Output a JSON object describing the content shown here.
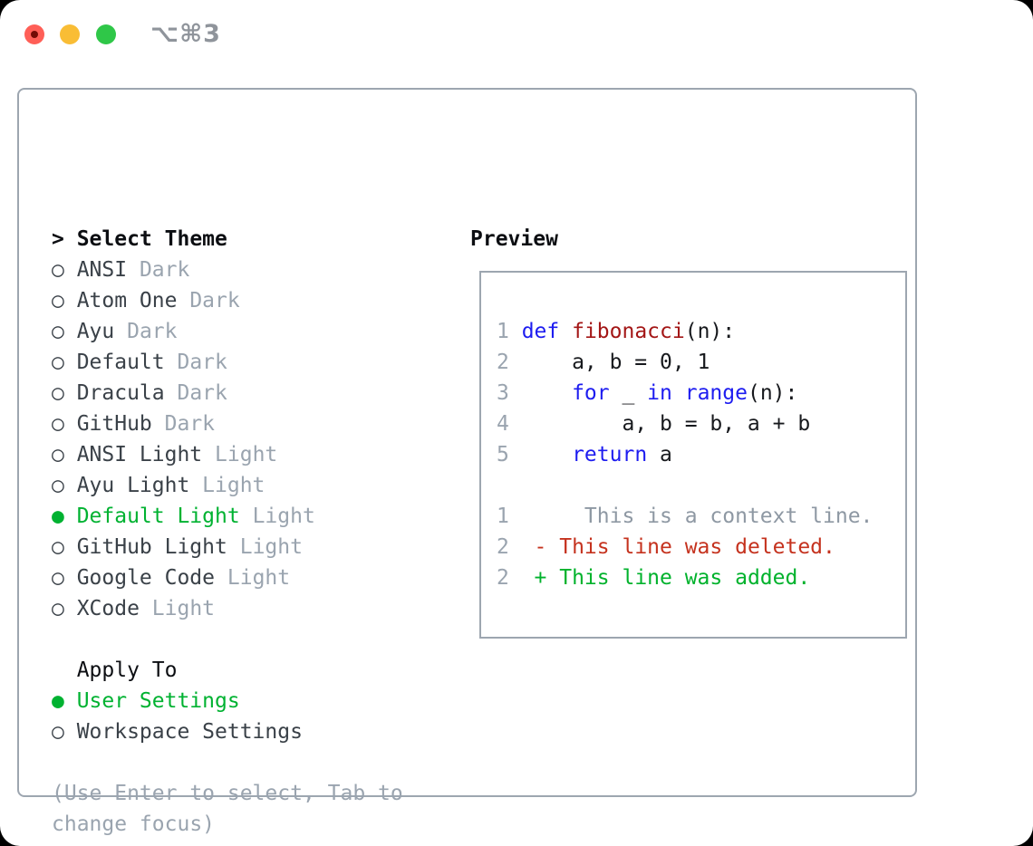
{
  "titlebar": {
    "shortcut": "⌥⌘3",
    "traffic_lights": [
      "close",
      "minimize",
      "zoom"
    ]
  },
  "icons": {
    "radio_off": "○",
    "radio_on": "●",
    "cursor": ">"
  },
  "theme_list": {
    "title": "Select Theme",
    "items": [
      {
        "name": "ANSI",
        "variant": "Dark",
        "selected": false
      },
      {
        "name": "Atom One",
        "variant": "Dark",
        "selected": false
      },
      {
        "name": "Ayu",
        "variant": "Dark",
        "selected": false
      },
      {
        "name": "Default",
        "variant": "Dark",
        "selected": false
      },
      {
        "name": "Dracula",
        "variant": "Dark",
        "selected": false
      },
      {
        "name": "GitHub",
        "variant": "Dark",
        "selected": false
      },
      {
        "name": "ANSI Light",
        "variant": "Light",
        "selected": false
      },
      {
        "name": "Ayu Light",
        "variant": "Light",
        "selected": false
      },
      {
        "name": "Default Light",
        "variant": "Light",
        "selected": true
      },
      {
        "name": "GitHub Light",
        "variant": "Light",
        "selected": false
      },
      {
        "name": "Google Code",
        "variant": "Light",
        "selected": false
      },
      {
        "name": "XCode",
        "variant": "Light",
        "selected": false
      }
    ]
  },
  "apply_to": {
    "title": "Apply To",
    "options": [
      {
        "name": "User Settings",
        "selected": true
      },
      {
        "name": "Workspace Settings",
        "selected": false
      }
    ]
  },
  "hint_lines": [
    "(Use Enter to select, Tab to",
    "change focus)"
  ],
  "preview": {
    "title": "Preview",
    "code_lines": [
      {
        "num": "1",
        "segments": [
          {
            "text": "def",
            "type": "kw"
          },
          {
            "text": " ",
            "type": "pl"
          },
          {
            "text": "fibonacci",
            "type": "fn"
          },
          {
            "text": "(n):",
            "type": "pl"
          }
        ]
      },
      {
        "num": "2",
        "segments": [
          {
            "text": "    a, b = 0, 1",
            "type": "pl"
          }
        ]
      },
      {
        "num": "3",
        "segments": [
          {
            "text": "    ",
            "type": "pl"
          },
          {
            "text": "for",
            "type": "kw"
          },
          {
            "text": " _ ",
            "type": "pl"
          },
          {
            "text": "in",
            "type": "kw"
          },
          {
            "text": " ",
            "type": "pl"
          },
          {
            "text": "range",
            "type": "kw"
          },
          {
            "text": "(n):",
            "type": "pl"
          }
        ]
      },
      {
        "num": "4",
        "segments": [
          {
            "text": "        a, b = b, a + b",
            "type": "pl"
          }
        ]
      },
      {
        "num": "5",
        "segments": [
          {
            "text": "    ",
            "type": "pl"
          },
          {
            "text": "return",
            "type": "kw"
          },
          {
            "text": " a",
            "type": "pl"
          }
        ]
      },
      {
        "num": "",
        "segments": []
      },
      {
        "num": "1",
        "segments": [
          {
            "text": "     This is a context line.",
            "type": "ctx"
          }
        ]
      },
      {
        "num": "2",
        "segments": [
          {
            "text": " ",
            "type": "pl"
          },
          {
            "text": "- This line was deleted.",
            "type": "del"
          }
        ]
      },
      {
        "num": "2",
        "segments": [
          {
            "text": " ",
            "type": "pl"
          },
          {
            "text": "+ This line was added.",
            "type": "add"
          }
        ]
      }
    ]
  },
  "colors": {
    "ink": "#0c0e12",
    "name": "#3a4148",
    "gray": "#9aa4af",
    "green": "#00b231",
    "keyword_blue": "#1d1cf0",
    "function_red": "#a31616",
    "code_black": "#17191d",
    "context_gray": "#8e98a3",
    "deleted_red": "#c5321e",
    "added_green": "#00b22c",
    "border_gray": "#9da6b0",
    "traffic_red": "#ff5f57",
    "traffic_red_inner": "#730c06",
    "traffic_yellow": "#f9bd35",
    "traffic_green": "#2fc748",
    "shortcut_gray": "#8f949b"
  }
}
